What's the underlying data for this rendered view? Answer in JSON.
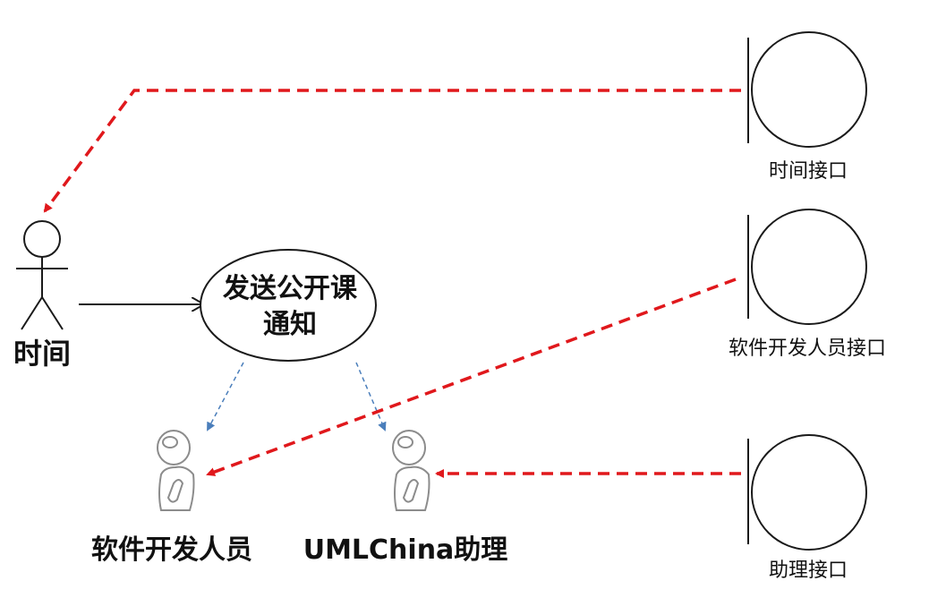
{
  "colors": {
    "stroke": "#1a1a1a",
    "red_dashed": "#e0181c",
    "blue_dashed": "#4a7ebb",
    "robot_gray": "#8c8c8c"
  },
  "actor": {
    "label": "时间"
  },
  "use_case": {
    "line1": "发送公开课",
    "line2": "通知"
  },
  "roles": [
    {
      "label": "软件开发人员",
      "icon": "robot-icon"
    },
    {
      "label": "UMLChina助理",
      "icon": "robot-icon"
    }
  ],
  "boundaries": [
    {
      "label": "时间接口",
      "icon": "boundary-icon"
    },
    {
      "label": "软件开发人员接口",
      "icon": "boundary-icon"
    },
    {
      "label": "助理接口",
      "icon": "boundary-icon"
    }
  ]
}
